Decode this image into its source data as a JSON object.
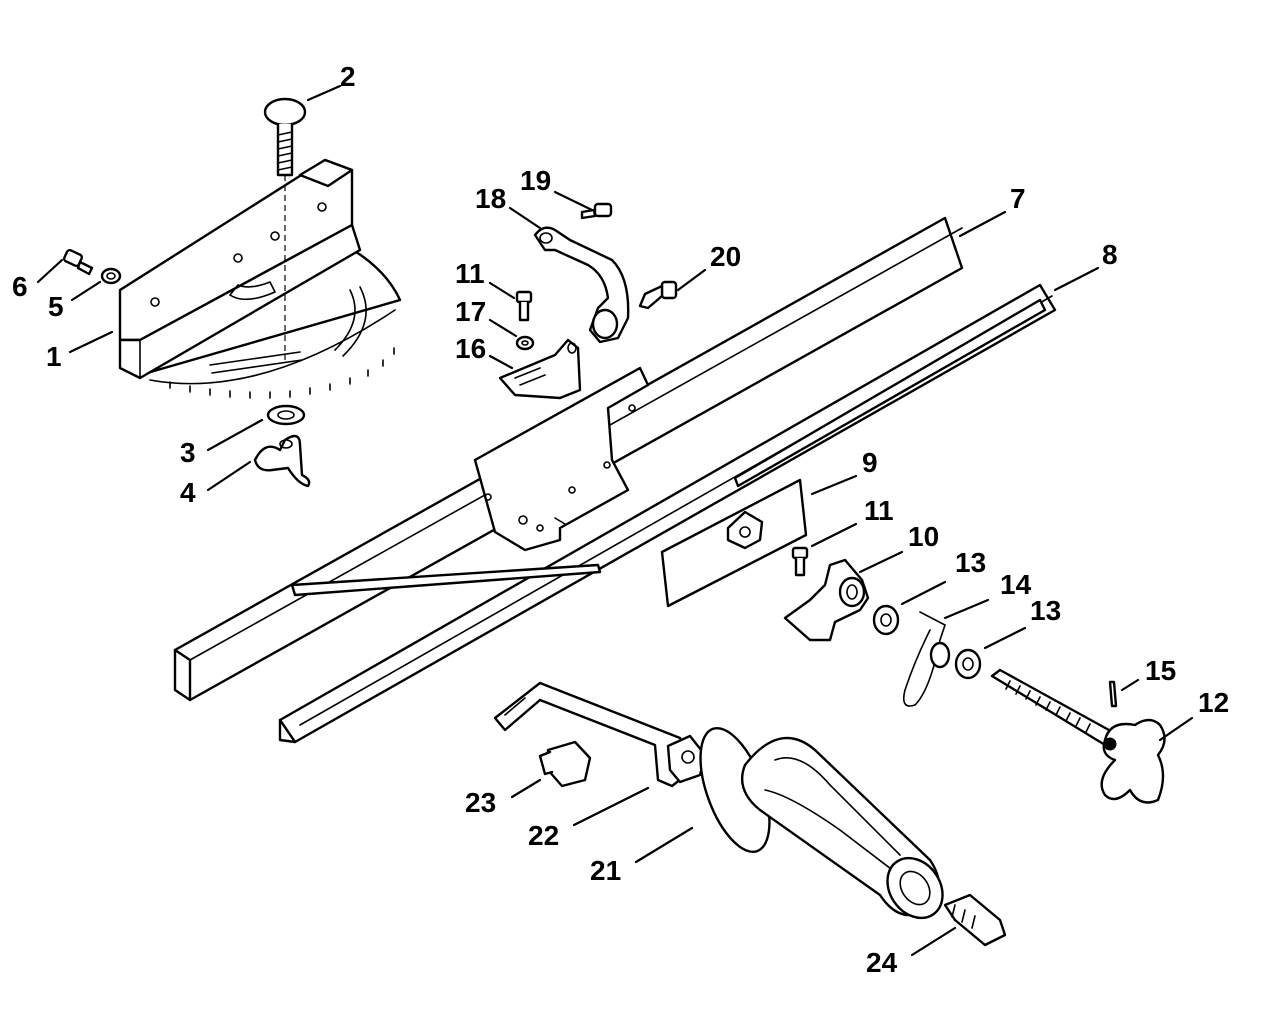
{
  "diagram": {
    "type": "exploded-parts-view",
    "colors": {
      "line": "#000000",
      "background": "#ffffff"
    },
    "callouts": [
      {
        "id": "2",
        "label": "2"
      },
      {
        "id": "6",
        "label": "6"
      },
      {
        "id": "5",
        "label": "5"
      },
      {
        "id": "1",
        "label": "1"
      },
      {
        "id": "3",
        "label": "3"
      },
      {
        "id": "4",
        "label": "4"
      },
      {
        "id": "19",
        "label": "19"
      },
      {
        "id": "18",
        "label": "18"
      },
      {
        "id": "20",
        "label": "20"
      },
      {
        "id": "11a",
        "label": "11"
      },
      {
        "id": "17",
        "label": "17"
      },
      {
        "id": "16",
        "label": "16"
      },
      {
        "id": "7",
        "label": "7"
      },
      {
        "id": "8",
        "label": "8"
      },
      {
        "id": "9",
        "label": "9"
      },
      {
        "id": "11b",
        "label": "11"
      },
      {
        "id": "10",
        "label": "10"
      },
      {
        "id": "13a",
        "label": "13"
      },
      {
        "id": "14",
        "label": "14"
      },
      {
        "id": "13b",
        "label": "13"
      },
      {
        "id": "15",
        "label": "15"
      },
      {
        "id": "12",
        "label": "12"
      },
      {
        "id": "23",
        "label": "23"
      },
      {
        "id": "22",
        "label": "22"
      },
      {
        "id": "21",
        "label": "21"
      },
      {
        "id": "24",
        "label": "24"
      }
    ]
  }
}
